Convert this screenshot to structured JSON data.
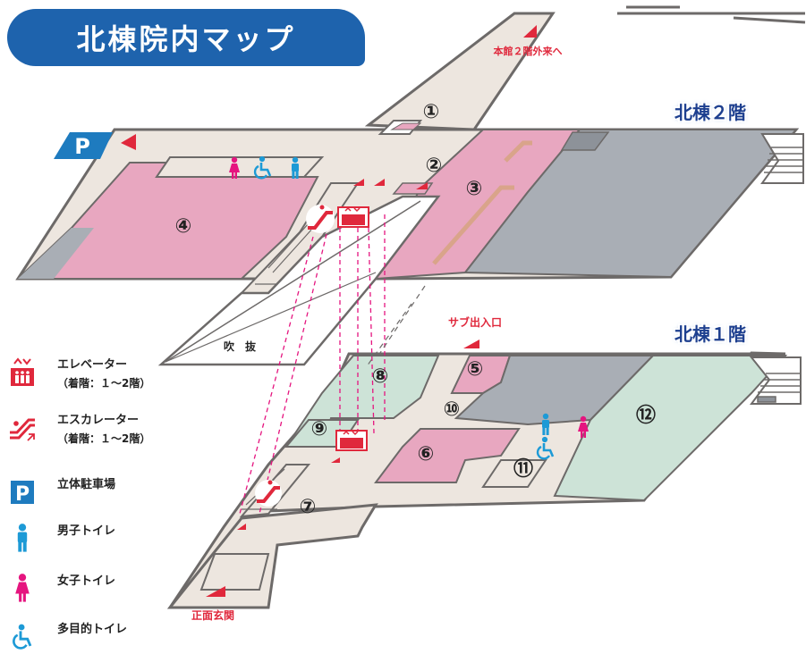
{
  "title": "北棟院内マップ",
  "floors": {
    "second": "北棟２階",
    "first": "北棟１階"
  },
  "labels": {
    "to_main": "本館２階外来へ",
    "sub_entrance": "サブ出入口",
    "front_entrance": "正面玄関",
    "atrium": "吹　抜"
  },
  "parking_letter": "P",
  "rooms": [
    "①",
    "②",
    "③",
    "④",
    "⑤",
    "⑥",
    "⑦",
    "⑧",
    "⑨",
    "⑩",
    "⑪",
    "⑫"
  ],
  "legend": {
    "elevator": {
      "label": "エレベーター",
      "sub": "（着階：１〜2階）",
      "icon": "elevator-icon"
    },
    "escalator": {
      "label": "エスカレーター",
      "sub": "（着階：１〜2階）",
      "icon": "escalator-icon"
    },
    "parking": {
      "label": "立体駐車場",
      "icon": "parking-icon"
    },
    "mens": {
      "label": "男子トイレ",
      "icon": "mens-toilet-icon"
    },
    "womens": {
      "label": "女子トイレ",
      "icon": "womens-toilet-icon"
    },
    "accessible": {
      "label": "多目的トイレ",
      "icon": "accessible-toilet-icon"
    }
  },
  "colors": {
    "title_bg": "#1e63ad",
    "corridor": "#ede6df",
    "wall": "#6d6a69",
    "pink_room": "#e8a7c0",
    "gray_room": "#a9aeb5",
    "green_room": "#cde3d7",
    "accent_red": "#e0283c",
    "mens_blue": "#1d9ad6",
    "womens_magenta": "#e5157f"
  }
}
